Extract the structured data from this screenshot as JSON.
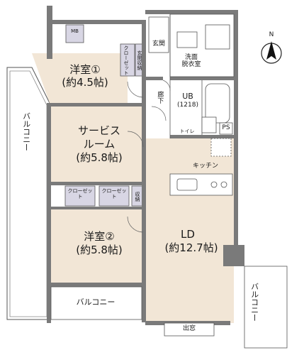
{
  "colors": {
    "wall": "#7a7a7a",
    "wall_light": "#c9c9c9",
    "room_fill": "#f2e6d6",
    "closet_fill": "#d8d6e4",
    "wet_fill": "#ffffff",
    "balcony_fill": "#ffffff",
    "line": "#333333"
  },
  "compass": {
    "label": "N",
    "icon": "north-arrow-icon"
  },
  "rooms": {
    "mb": "MB",
    "genkan": "玄関",
    "closet_top": "クローゼット",
    "genkan_storage": "玄関収納",
    "washroom": "洗面\n脱衣室",
    "western1_name": "洋室①",
    "western1_area": "(約4.5帖)",
    "corridor": "廊下",
    "ub": "UB",
    "ub_size": "(1218)",
    "toilet": "トイレ",
    "ps": "PS",
    "service_room_line1": "サービス",
    "service_room_line2": "ルーム",
    "service_room_area": "(約5.8帖)",
    "kitchen": "キッチン",
    "closet_a": "クローゼット",
    "closet_b": "クローゼット",
    "storage": "収納",
    "western2_name": "洋室②",
    "western2_area": "(約5.8帖)",
    "ld_name": "LD",
    "ld_area": "(約12.7帖)",
    "balcony_left": "バルコニー",
    "balcony_bottom": "バルコニー",
    "balcony_right": "バルコニー",
    "bay_window": "出窓"
  }
}
